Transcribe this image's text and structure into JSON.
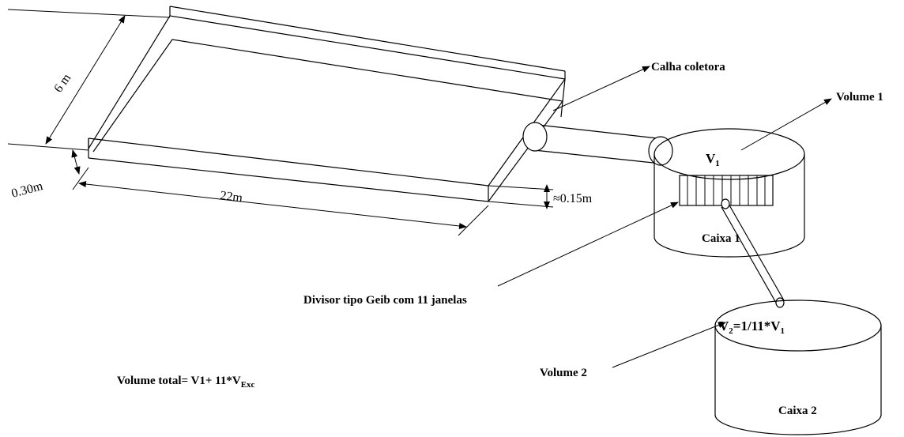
{
  "labels": {
    "width_dim": "6 m",
    "height_dim": "0.30m",
    "length_dim": "22m",
    "depth_dim": "≈0.15m",
    "gutter": "Calha coletora",
    "volume1": "Volume 1",
    "v1_main": "V",
    "v1_sub": "1",
    "tank1": "Caixa 1",
    "divider": "Divisor tipo Geib com 11 janelas",
    "v2_a": "V",
    "v2_sub": "2",
    "v2_b": "=1/11*V",
    "v2_sub2": "1",
    "volume2": "Volume 2",
    "tank2": "Caixa 2",
    "total_a": "Volume total= V1+ 11*V",
    "total_sub": "Exc"
  }
}
